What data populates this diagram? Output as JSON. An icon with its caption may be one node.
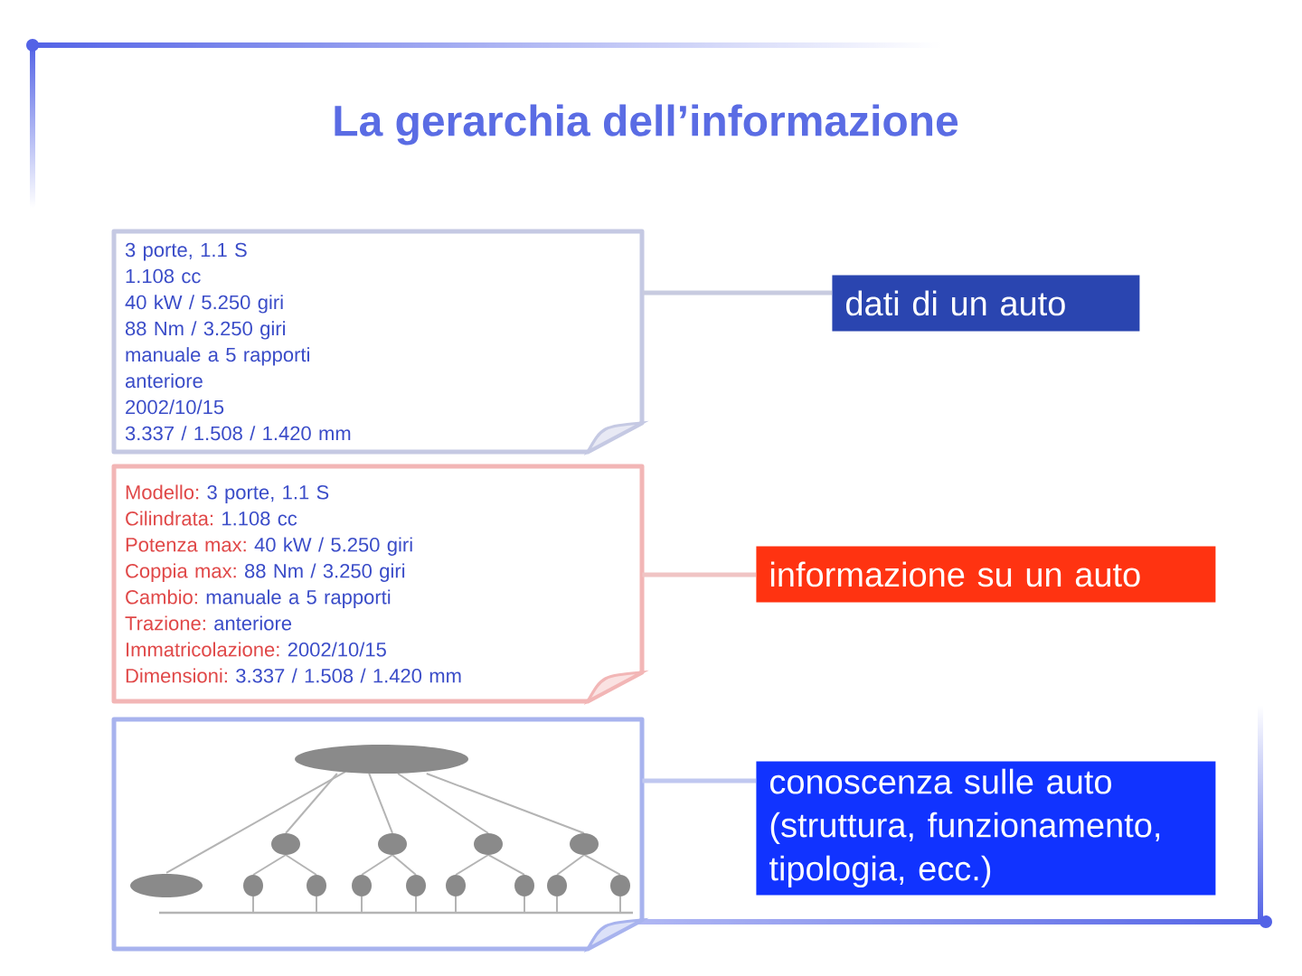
{
  "diagram": {
    "title": "La gerarchia dell’informazione",
    "nodes": [
      {
        "text": [
          "3 porte, 1.1 S",
          "1.108 cc",
          "40 kW / 5.250 giri",
          "88 Nm / 3.250 giri",
          "manuale a 5 rapporti",
          "anteriore",
          "2002/10/15",
          "3.337 / 1.508 / 1.420 mm"
        ]
      },
      {
        "text": [
          "Modello:",
          "3 porte, 1.1 S",
          "Cilindrata:",
          "1.108 cc",
          "Potenza max:",
          "40 kW / 5.250 giri",
          "Coppia max:",
          "88 Nm / 3.250 giri",
          "Cambio:",
          "manuale a 5 rapporti",
          "Trazione:",
          "anteriore",
          "Immatricolazione:",
          "2002/10/15",
          "Dimensioni:",
          "3.337 / 1.508 / 1.420 mm"
        ]
      },
      {
        "text": [],
        "shape": "box"
      },
      {
        "text": [
          "dati di un auto"
        ]
      },
      {
        "text": [
          "informazione su un auto"
        ]
      },
      {
        "text": [
          "conoscenza sulle auto (struttura, funzionamento, tipologia, ecc.)"
        ]
      }
    ],
    "edges": [
      {
        "from": 0,
        "to": 3,
        "arrow": "none",
        "color": "#c8cbe0"
      },
      {
        "from": 1,
        "to": 4,
        "arrow": "none",
        "color": "#f0c4c4"
      },
      {
        "from": 2,
        "to": 5,
        "arrow": "none",
        "color": "#c0c8f0"
      }
    ]
  }
}
